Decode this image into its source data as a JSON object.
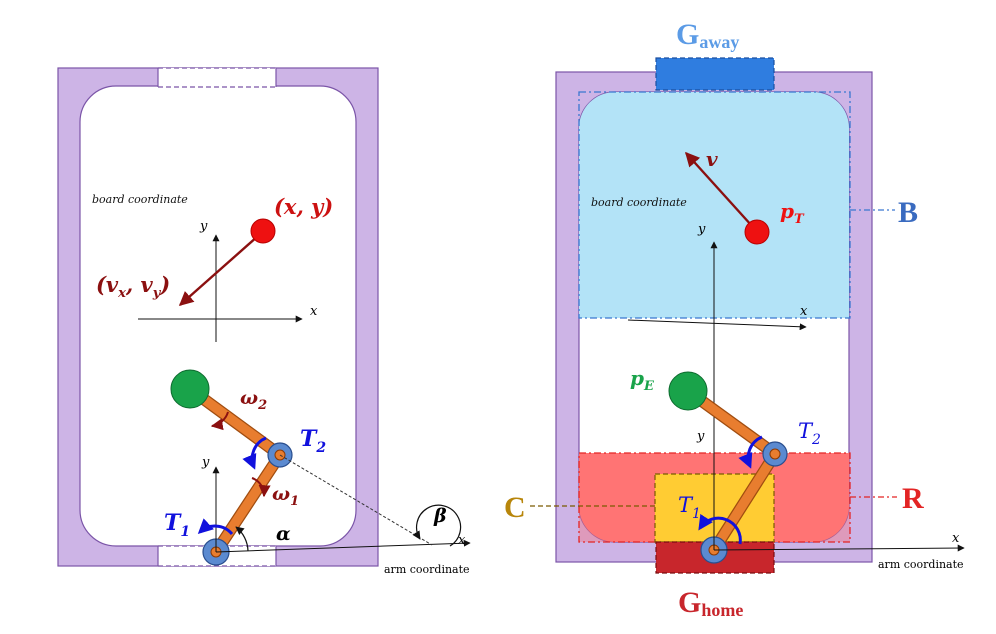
{
  "left": {
    "board_coordinate": "board coordinate",
    "axis_x": "x",
    "axis_y": "y",
    "target_label": "(x, y)",
    "velocity_label": "(v",
    "velocity_sub_x": "x",
    "velocity_mid": ", v",
    "velocity_sub_y": "y",
    "velocity_close": ")",
    "omega2": "ω",
    "omega2_sub": "2",
    "omega1": "ω",
    "omega1_sub": "1",
    "torque2": "T",
    "torque2_sub": "2",
    "torque1": "T",
    "torque1_sub": "1",
    "alpha": "α",
    "beta": "β",
    "arm_axis_x": "x",
    "arm_axis_y": "y",
    "arm_coordinate": "arm coordinate"
  },
  "right": {
    "goal_away": "G",
    "goal_away_sub": "away",
    "goal_home": "G",
    "goal_home_sub": "home",
    "velocity": "v",
    "target": "p",
    "target_sub": "T",
    "board_coordinate": "board coordinate",
    "axis_y": "y",
    "axis_x": "x",
    "effector": "p",
    "effector_sub": "E",
    "torque2": "T",
    "torque2_sub": "2",
    "torque1": "T",
    "torque1_sub": "1",
    "arm_axis_y": "y",
    "arm_axis_x": "x",
    "arm_coordinate": "arm coordinate",
    "region_b": "B",
    "region_r": "R",
    "region_c": "C"
  },
  "colors": {
    "board": "#cdb4e6",
    "board_edge": "#7b55a8",
    "arm": "#e87d2f",
    "joint": "#5b8ad0",
    "target": "#ee1111",
    "effector": "#19a34a",
    "velocity": "#8b1010",
    "torque": "#1111dd",
    "region_b": "#b3e3f7",
    "region_r": "#ff6b6b",
    "region_c": "#ffcc33"
  }
}
